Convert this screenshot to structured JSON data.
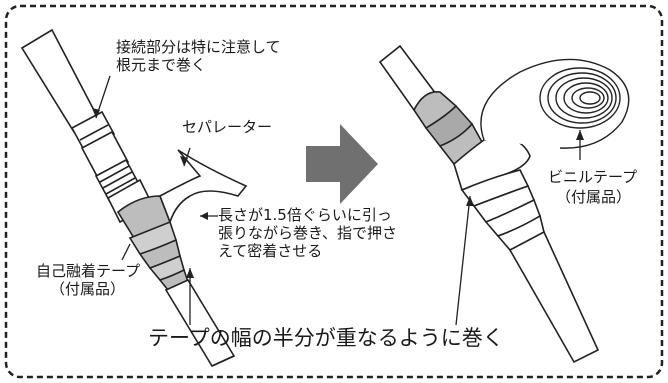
{
  "labels": {
    "joint_note": [
      "接続部分は特に注意して",
      "根元まで巻く"
    ],
    "separator": "セパレーター",
    "stretch_note": [
      "長さが1.5倍ぐらいに引っ",
      "張りながら巻き、指で押さ",
      "えて密着させる"
    ],
    "self_fusing_tape": [
      "自己融着テープ",
      "（付属品）"
    ],
    "vinyl_tape": [
      "ビニルテープ",
      "（付属品）"
    ],
    "caption": "テープの幅の半分が重なるように巻く"
  }
}
